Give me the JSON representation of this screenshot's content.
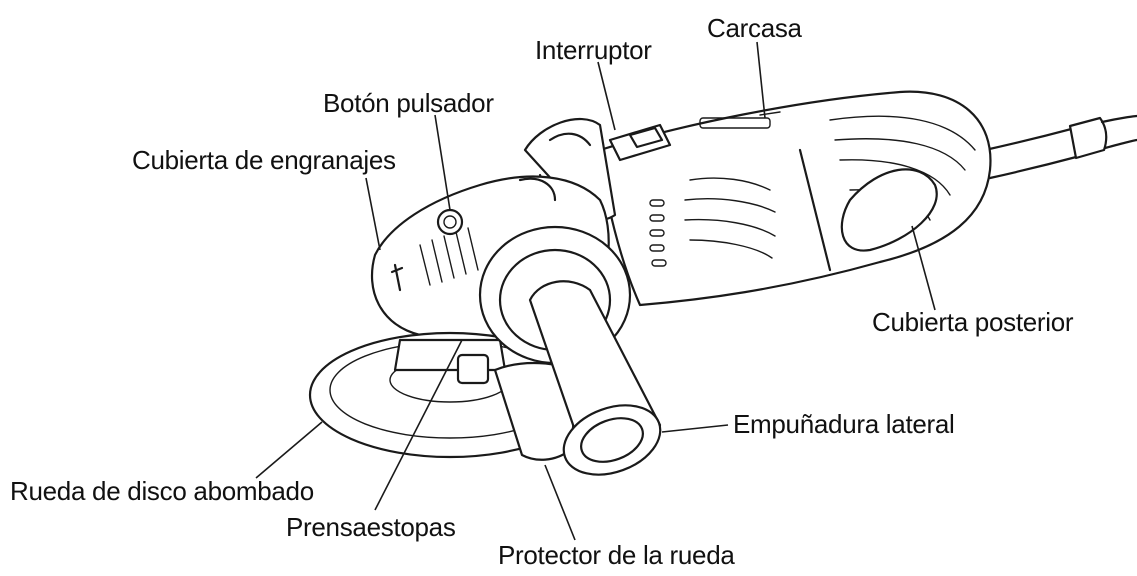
{
  "labels": {
    "carcasa": "Carcasa",
    "interruptor": "Interruptor",
    "boton_pulsador": "Botón pulsador",
    "cubierta_engranajes": "Cubierta de engranajes",
    "cubierta_posterior": "Cubierta posterior",
    "empunadura_lateral": "Empuñadura lateral",
    "rueda_disco": "Rueda de disco abombado",
    "prensaestopas": "Prensaestopas",
    "protector_rueda": "Protector de la rueda"
  }
}
